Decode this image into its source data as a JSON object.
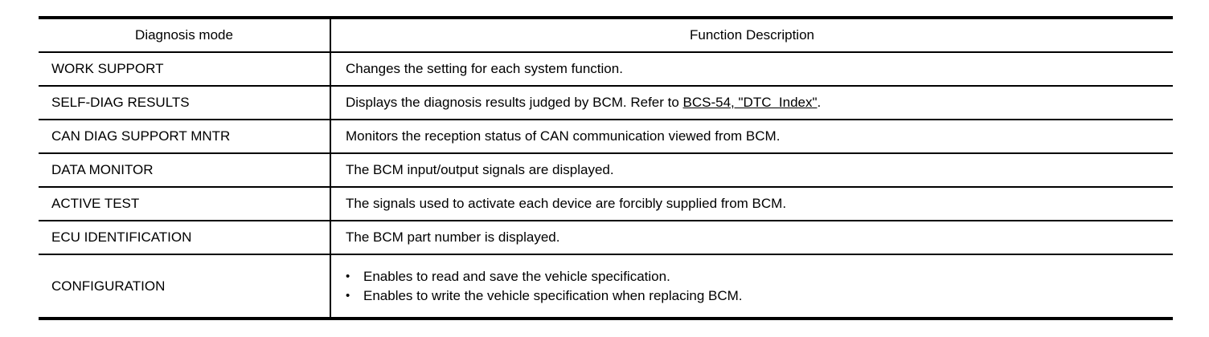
{
  "table": {
    "columns": [
      {
        "label": "Diagnosis mode"
      },
      {
        "label": "Function Description"
      }
    ],
    "rows": [
      {
        "mode": "WORK SUPPORT",
        "description": "Changes the setting for each system function."
      },
      {
        "mode": "SELF-DIAG RESULTS",
        "description_prefix": "Displays the diagnosis results judged by BCM. Refer to ",
        "link_text": "BCS-54, \"DTC  Index\"",
        "description_suffix": "."
      },
      {
        "mode": "CAN DIAG SUPPORT MNTR",
        "description": "Monitors the reception status of CAN communication viewed from BCM."
      },
      {
        "mode": "DATA MONITOR",
        "description": "The BCM input/output signals are displayed."
      },
      {
        "mode": "ACTIVE TEST",
        "description": "The signals used to activate each device are forcibly supplied from BCM."
      },
      {
        "mode": "ECU IDENTIFICATION",
        "description": "The BCM part number is displayed."
      },
      {
        "mode": "CONFIGURATION",
        "bullet_char": "•",
        "bullets": [
          "Enables to read and save the vehicle specification.",
          "Enables to write the vehicle specification when replacing BCM."
        ]
      }
    ]
  },
  "colors": {
    "border": "#000000",
    "text": "#000000",
    "background": "#ffffff",
    "link": "#000000"
  }
}
